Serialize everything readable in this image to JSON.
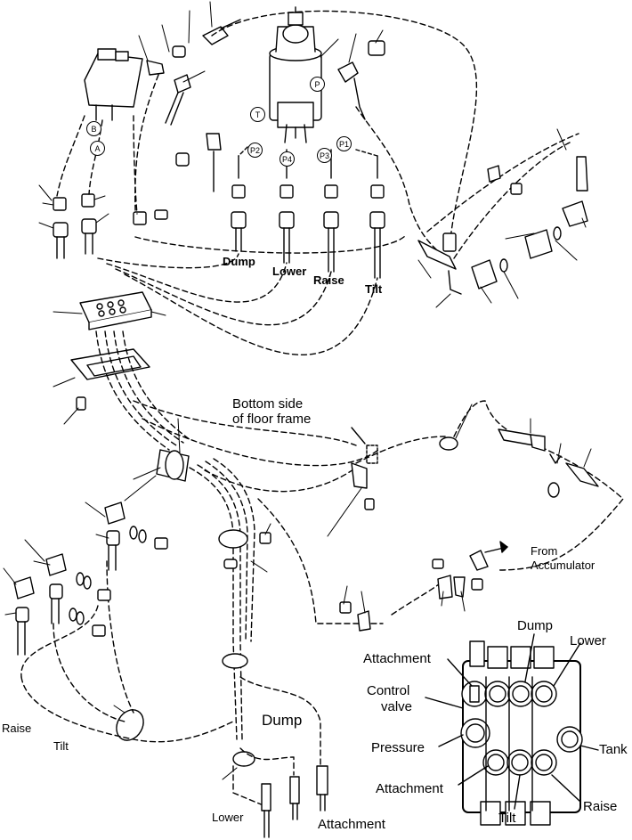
{
  "port_tags": {
    "b": "B",
    "a": "A",
    "t": "T",
    "p": "P",
    "p2": "P2",
    "p4": "P4",
    "p3": "P3",
    "p1": "P1"
  },
  "lines_labels": {
    "dump": "Dump",
    "lower": "Lower",
    "raise": "Raise",
    "tilt": "Tilt"
  },
  "floor_frame": {
    "line1": "Bottom side",
    "line2": "of floor frame"
  },
  "accumulator": {
    "line1": "From",
    "line2": "Accumulator"
  },
  "bottom_labels": {
    "raise": "Raise",
    "tilt": "Tilt",
    "dump": "Dump",
    "lower": "Lower",
    "attachment": "Attachment"
  },
  "valve": {
    "dump": "Dump",
    "lower": "Lower",
    "attachment_top": "Attachment",
    "control_valve_1": "Control",
    "control_valve_2": "valve",
    "pressure": "Pressure",
    "tank": "Tank",
    "attachment_bottom": "Attachment",
    "tilt": "Tilt",
    "raise": "Raise"
  }
}
